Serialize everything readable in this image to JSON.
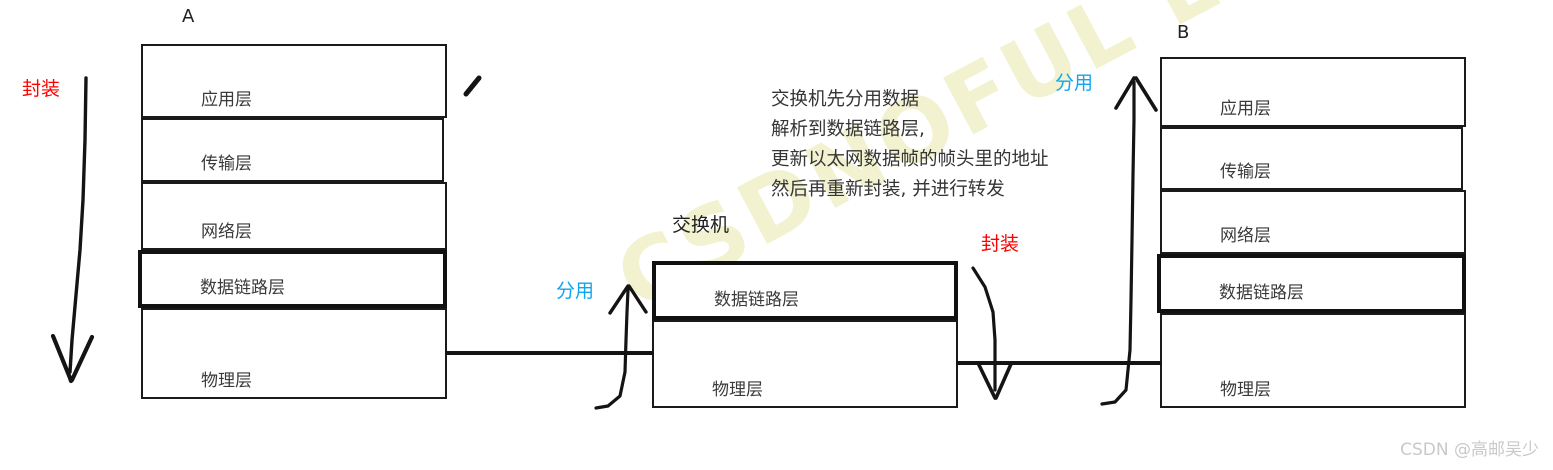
{
  "diagram": {
    "title_watermark": "CSDNOFUL E",
    "credit": "CSDN @高邮吴少"
  },
  "nodes": {
    "host_a": {
      "name": "A",
      "layers": [
        {
          "label": "应用层",
          "highlight": false
        },
        {
          "label": "传输层",
          "highlight": false
        },
        {
          "label": "网络层",
          "highlight": false
        },
        {
          "label": "数据链路层",
          "highlight": true
        },
        {
          "label": "物理层",
          "highlight": false
        }
      ]
    },
    "switch": {
      "name": "交换机",
      "layers": [
        {
          "label": "数据链路层",
          "highlight": true
        },
        {
          "label": "物理层",
          "highlight": false
        }
      ]
    },
    "host_b": {
      "name": "B",
      "layers": [
        {
          "label": "应用层",
          "highlight": false
        },
        {
          "label": "传输层",
          "highlight": false
        },
        {
          "label": "网络层",
          "highlight": false
        },
        {
          "label": "数据链路层",
          "highlight": true
        },
        {
          "label": "物理层",
          "highlight": false
        }
      ]
    }
  },
  "annotations": {
    "encapsulate_left": "封装",
    "demultiplex_switch": "分用",
    "encapsulate_switch": "封装",
    "demultiplex_right": "分用"
  },
  "note": {
    "lines": [
      "交换机先分用数据",
      "解析到数据链路层,",
      "更新以太网数据帧的帧头里的地址",
      "然后再重新封装, 并进行转发"
    ]
  },
  "colors": {
    "encapsulate": "#ff0000",
    "demultiplex": "#12a5ee",
    "stroke": "#141414",
    "layer_text": "#3a3a3a",
    "credit": "#c9c9c9"
  }
}
